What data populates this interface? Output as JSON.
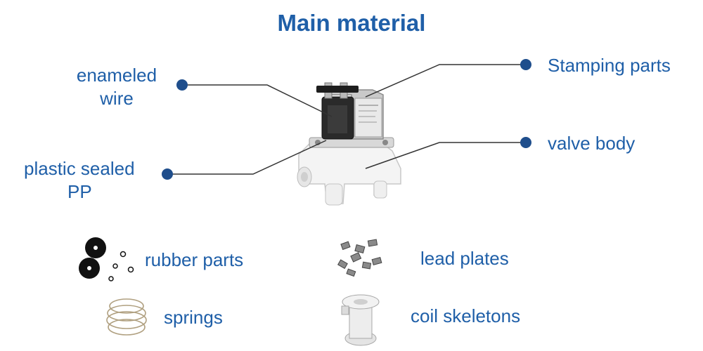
{
  "diagram": {
    "title": "Main material",
    "callouts": {
      "enameled_wire": {
        "line1": "enameled",
        "line2": "wire"
      },
      "plastic_sealed": {
        "line1": "plastic sealed",
        "line2": "PP"
      },
      "stamping_parts": "Stamping parts",
      "valve_body": "valve body"
    },
    "parts": {
      "rubber_parts": "rubber parts",
      "lead_plates": "lead plates",
      "springs": "springs",
      "coil_skeletons": "coil skeletons"
    },
    "colors": {
      "text": "#1f5fa8",
      "dot": "#1f4e8c",
      "line": "#333333"
    }
  }
}
